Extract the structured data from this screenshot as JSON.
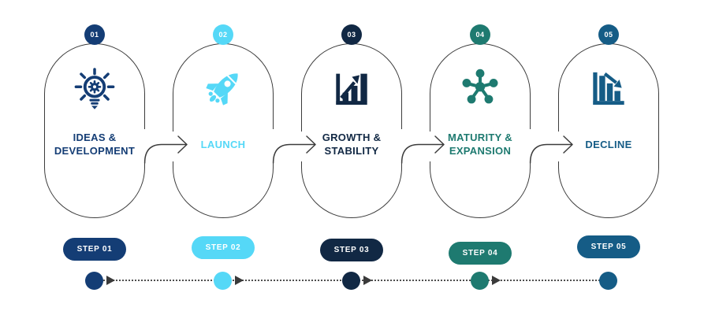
{
  "background": "#ffffff",
  "outline_color": "#3c3c3c",
  "connectors": {
    "style": "elbow-arrow-right",
    "color": "#3c3c3c"
  },
  "timeline": {
    "line_color": "#4f4f4f",
    "arrow_color": "#3a3a3a"
  },
  "steps": [
    {
      "num": "01",
      "pill": "STEP 01",
      "label_line1": "IDEAS &",
      "label_line2": "DEVELOPMENT",
      "color": "#143D75",
      "icon": "idea-lightbulb-gear-icon"
    },
    {
      "num": "02",
      "pill": "STEP 02",
      "label_line1": "LAUNCH",
      "label_line2": "",
      "color": "#55D8F7",
      "icon": "rocket-icon"
    },
    {
      "num": "03",
      "pill": "STEP 03",
      "label_line1": "GROWTH &",
      "label_line2": "STABILITY",
      "color": "#112844",
      "icon": "rising-bar-chart-icon"
    },
    {
      "num": "04",
      "pill": "STEP 04",
      "label_line1": "MATURITY &",
      "label_line2": "EXPANSION",
      "color": "#1E7A70",
      "icon": "network-nodes-icon"
    },
    {
      "num": "05",
      "pill": "STEP 05",
      "label_line1": "DECLINE",
      "label_line2": "",
      "color": "#155C86",
      "icon": "declining-bar-chart-icon"
    }
  ]
}
